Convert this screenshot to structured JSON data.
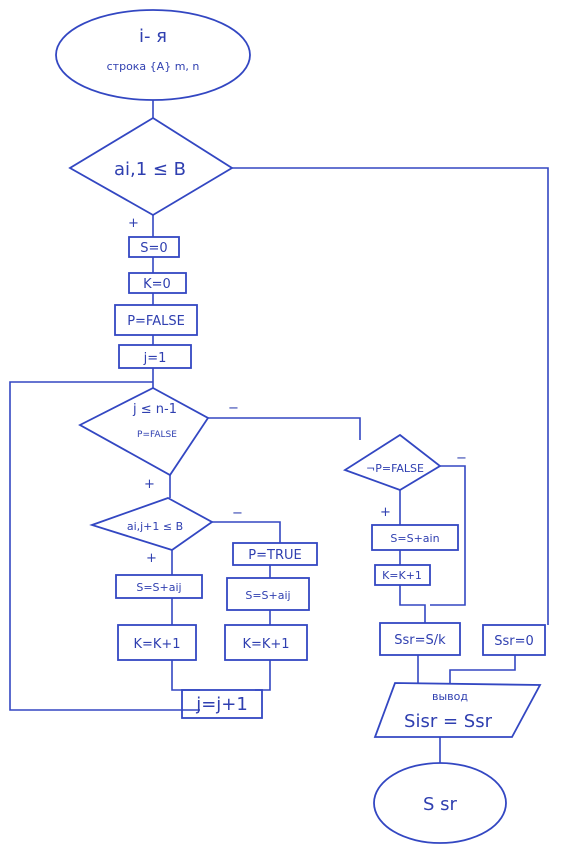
{
  "start": {
    "line1": "i- я",
    "line2": "строка {A} m, n"
  },
  "cond_first": "ai,1 ≤ B",
  "init": {
    "s": "S=0",
    "k": "K=0",
    "p": "P=FALSE",
    "j": "j=1"
  },
  "loop": {
    "line1": "j ≤ n-1",
    "line2": "P=FALSE"
  },
  "cond_inner": "ai,j+1 ≤ B",
  "yes_branch": {
    "sum": "S=S+aij",
    "count": "K=K+1"
  },
  "no_branch": {
    "set_p": "P=TRUE",
    "sum": "S=S+aij",
    "count": "K=K+1"
  },
  "increment": "j=j+1",
  "not_p": {
    "cond": "¬P=FALSE",
    "sum": "S=S+ain",
    "count": "K=K+1"
  },
  "avg": {
    "calc": "Ssr=S/k",
    "zero": "Ssr=0"
  },
  "output": {
    "title": "вывод",
    "formula": "Sisr = Ssr"
  },
  "end": "S sr",
  "signs": {
    "plus": "+",
    "minus": "−"
  }
}
